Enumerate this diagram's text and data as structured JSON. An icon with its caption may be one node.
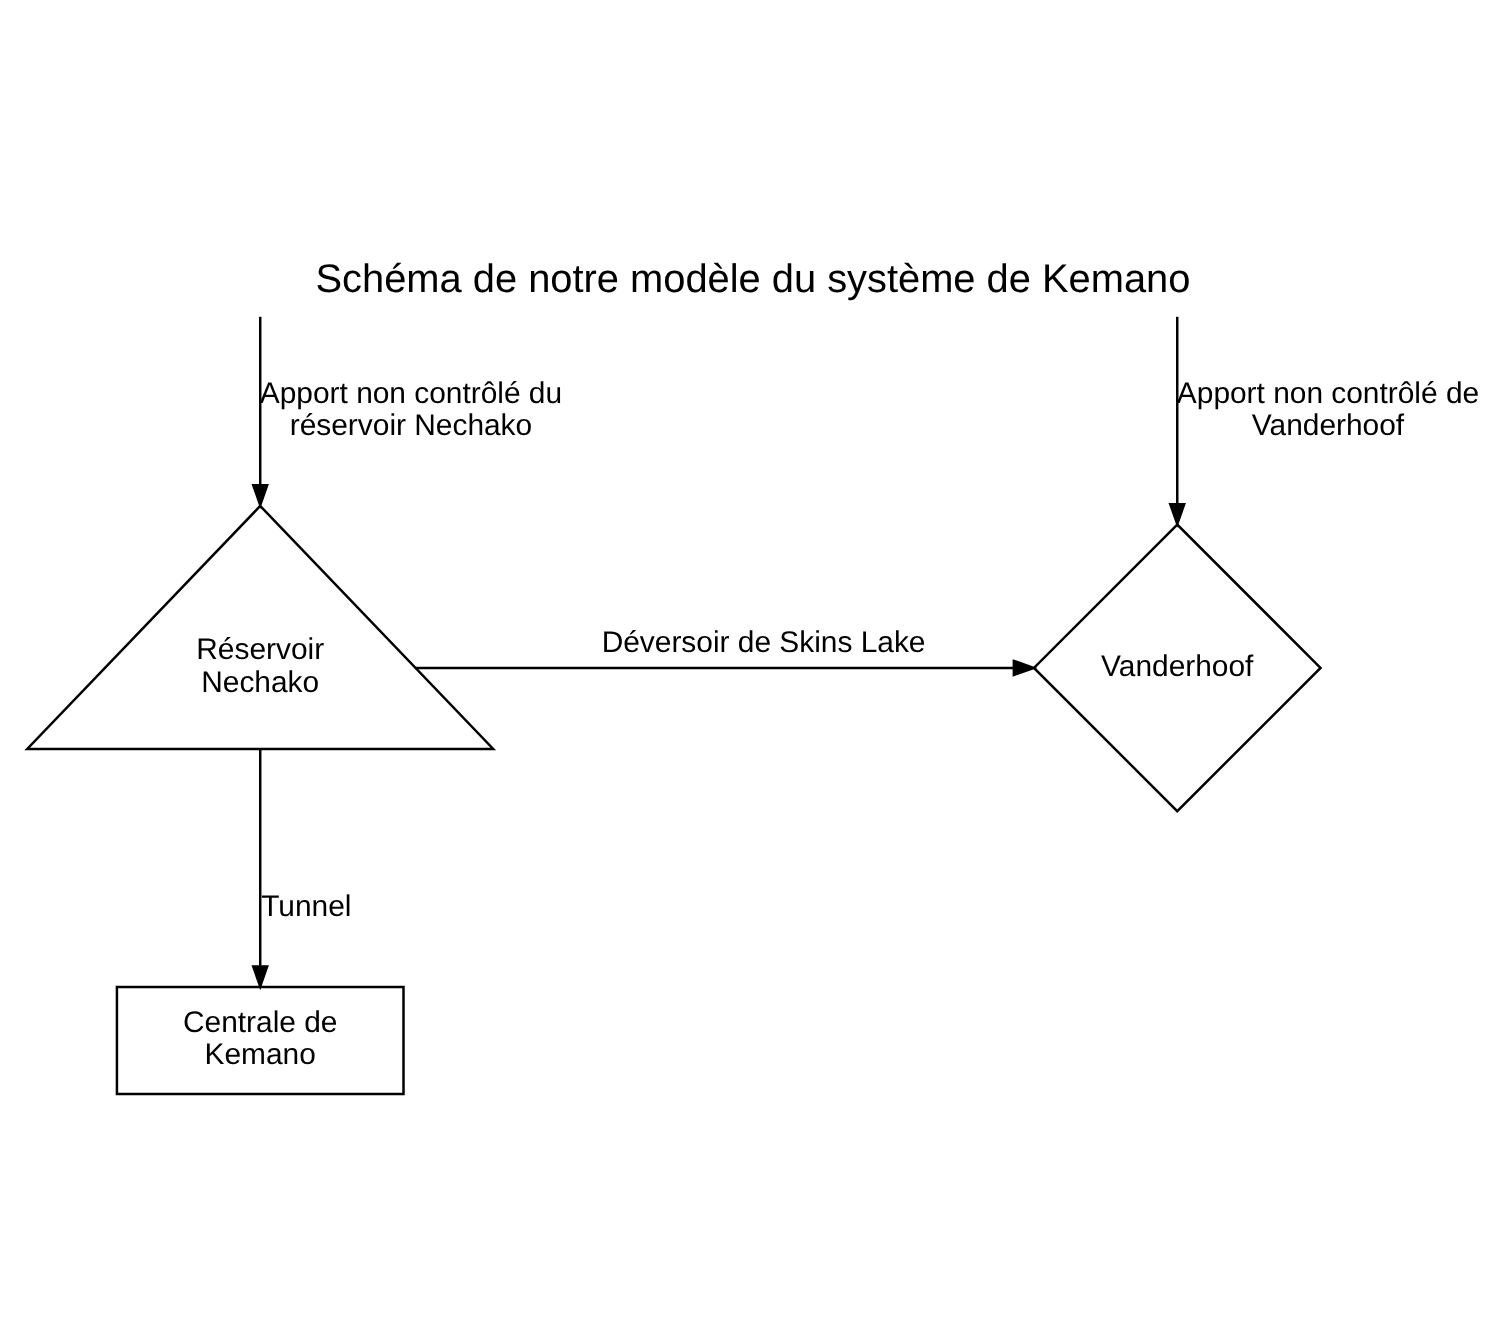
{
  "diagram": {
    "title": "Schéma de notre modèle du système de Kemano",
    "nodes": [
      {
        "text": [
          "Réservoir Nechako"
        ]
      },
      {
        "text": [
          "Vanderhoof"
        ]
      },
      {
        "text": [
          "Centrale de Kemano"
        ]
      }
    ],
    "edges": [
      {
        "from": null,
        "to": 0,
        "arrow": "to",
        "label": "Apport non contrôlé du réservoir Nechako"
      },
      {
        "from": null,
        "to": 1,
        "arrow": "to",
        "label": "Apport non contrôlé de Vanderhoof"
      },
      {
        "from": 0,
        "to": 1,
        "arrow": "to",
        "label": "Déversoir de Skins Lake"
      },
      {
        "from": 0,
        "to": 2,
        "arrow": "to",
        "label": "Tunnel"
      }
    ]
  }
}
